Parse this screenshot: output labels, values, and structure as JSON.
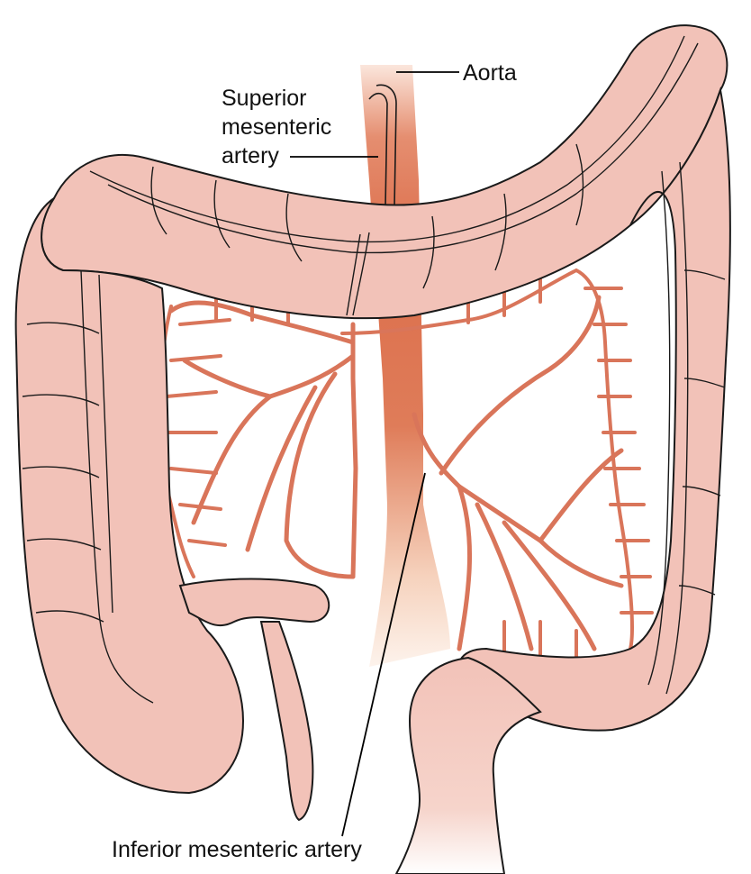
{
  "labels": {
    "aorta": "Aorta",
    "superior_mesenteric_artery": [
      "Superior",
      "mesenteric",
      "artery"
    ],
    "inferior_mesenteric_artery": "Inferior mesenteric artery"
  },
  "colors": {
    "colon_fill": "#f2c2b8",
    "colon_outline": "#1a1a1a",
    "artery": "#d9755a",
    "aorta_top": "#fbe3d8",
    "aorta_mid": "#dc6f4c",
    "leader_line": "#000000",
    "background": "#ffffff"
  }
}
